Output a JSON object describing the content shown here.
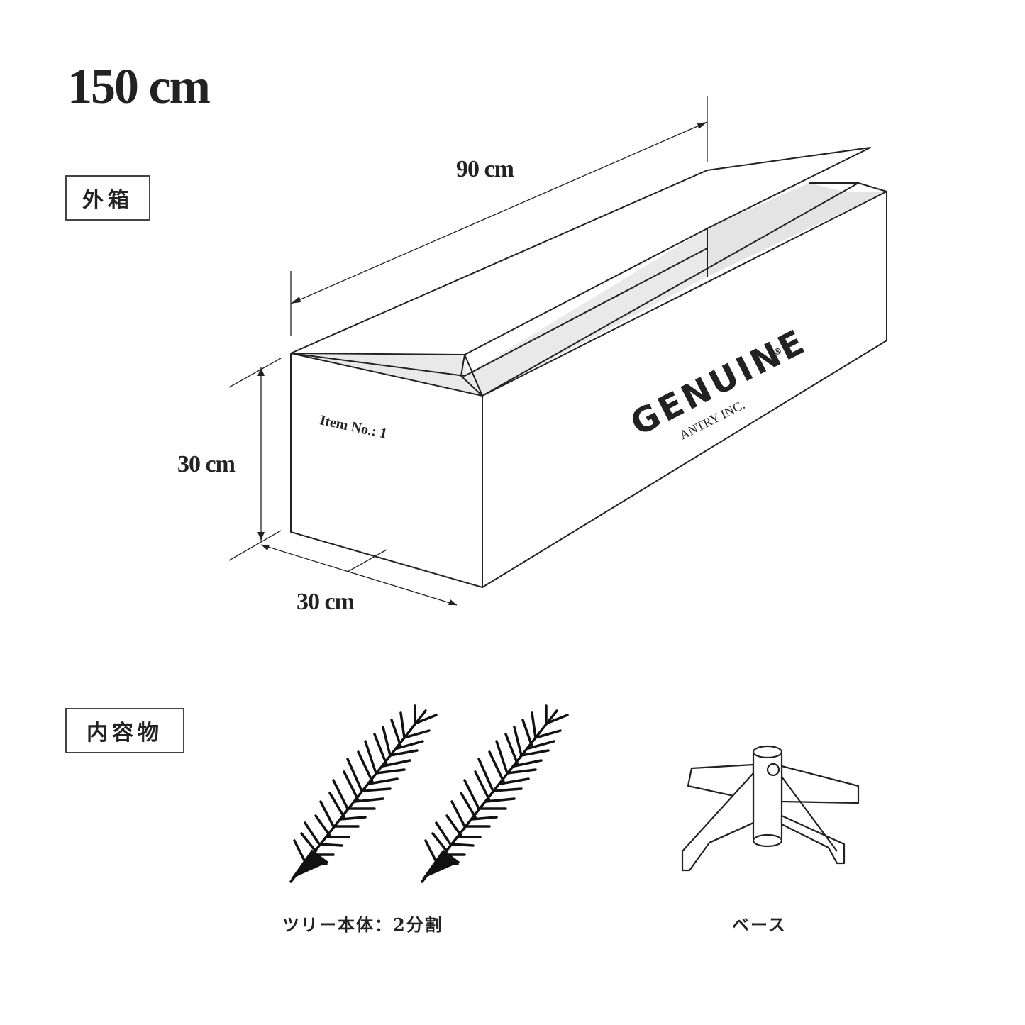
{
  "title": "150 cm",
  "outer_box": {
    "label": "外箱",
    "dimensions": {
      "length": "90 cm",
      "height": "30 cm",
      "depth": "30 cm"
    },
    "item_number": "Item No.: 1",
    "brand": "GENUINE",
    "brand_mark": "®",
    "company": "ANTRY INC."
  },
  "contents": {
    "label": "内容物",
    "items": [
      {
        "caption": "ツリー本体：2分割",
        "icon": "tree-section-icon"
      },
      {
        "caption": "ベース",
        "icon": "tree-stand-icon"
      }
    ]
  }
}
